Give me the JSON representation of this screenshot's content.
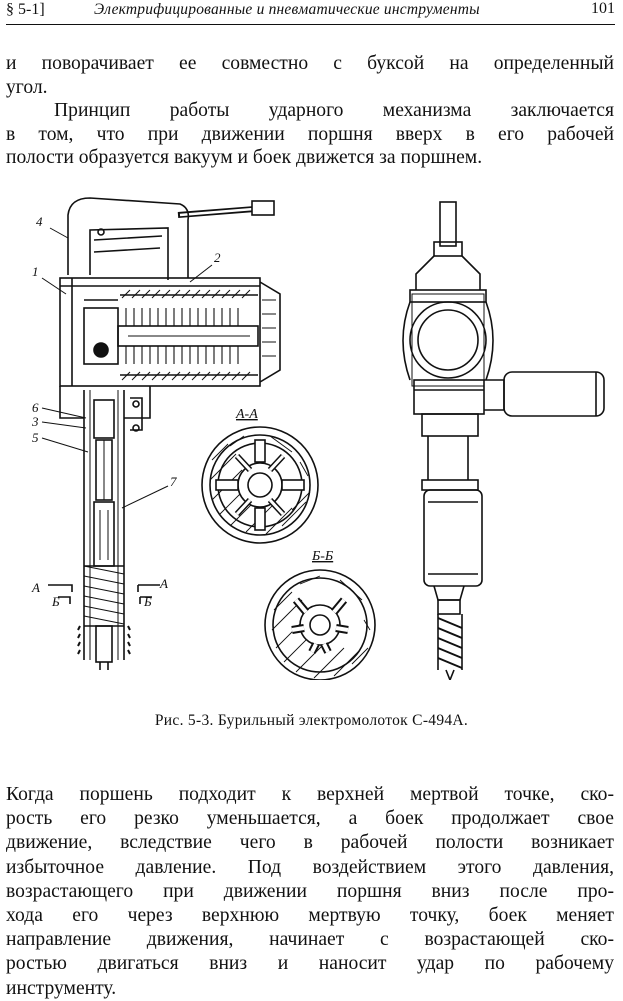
{
  "header": {
    "section": "§ 5-1]",
    "title": "Электрифицированные и пневматические инструменты",
    "page_number": "101"
  },
  "paragraph_top": {
    "lines": [
      "и поворачивает ее совместно с буксой на определенный",
      "угол.",
      "Принцип работы ударного механизма заключается",
      "в том, что при движении поршня вверх в его рабочей",
      "полости образуется вакуум и боек движется за поршнем."
    ]
  },
  "figure": {
    "labels": {
      "l4": "4",
      "l1": "1",
      "l2": "2",
      "l6": "6",
      "l3": "3",
      "l5": "5",
      "l7": "7",
      "la_left": "A",
      "la_right": "A",
      "lb_left": "Б",
      "lb_right": "Б",
      "section_aa": "А-А",
      "section_bb": "Б-Б"
    },
    "caption": "Рис. 5-3. Бурильный электромолоток С-494А."
  },
  "paragraph_bottom": {
    "lines": [
      "Когда поршень подходит к верхней мертвой точке, ско-",
      "рость его резко уменьшается, а боек продолжает свое",
      "движение, вследствие чего в рабочей полости возникает",
      "избыточное давление. Под воздействием этого давления,",
      "возрастающего при движении поршня вниз после про-",
      "хода его через верхнюю мертвую точку, боек меняет",
      "направление движения, начинает с возрастающей ско-",
      "ростью двигаться вниз и наносит удар по рабочему",
      "инструменту."
    ]
  }
}
